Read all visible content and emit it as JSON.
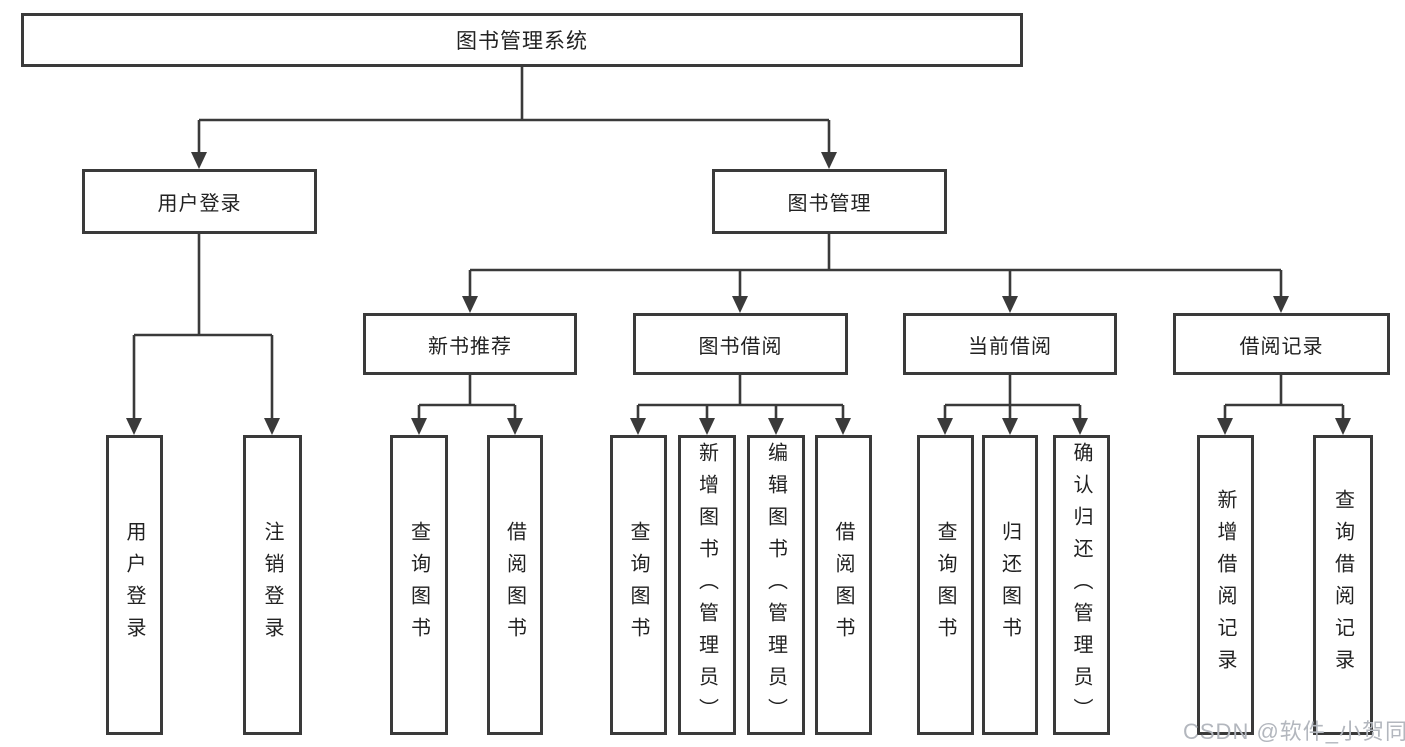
{
  "diagram": {
    "root": "图书管理系统",
    "branches": {
      "user_login": {
        "label": "用户登录",
        "children": [
          "用户登录",
          "注销登录"
        ]
      },
      "book_mgmt": {
        "label": "图书管理",
        "children": {
          "new_book": {
            "label": "新书推荐",
            "children": [
              "查询图书",
              "借阅图书"
            ]
          },
          "book_borrow": {
            "label": "图书借阅",
            "children": [
              "查询图书",
              "新增图书（管理员）",
              "编辑图书（管理员）",
              "借阅图书"
            ]
          },
          "current_borrow": {
            "label": "当前借阅",
            "children": [
              "查询图书",
              "归还图书",
              "确认归还（管理员）"
            ]
          },
          "borrow_record": {
            "label": "借阅记录",
            "children": [
              "新增借阅记录",
              "查询借阅记录"
            ]
          }
        }
      }
    }
  },
  "watermark": "CSDN @软件_小贺同学",
  "colors": {
    "line": "#3a3a3a",
    "text": "#222222",
    "background": "#ffffff",
    "watermark": "#b3b7be"
  }
}
